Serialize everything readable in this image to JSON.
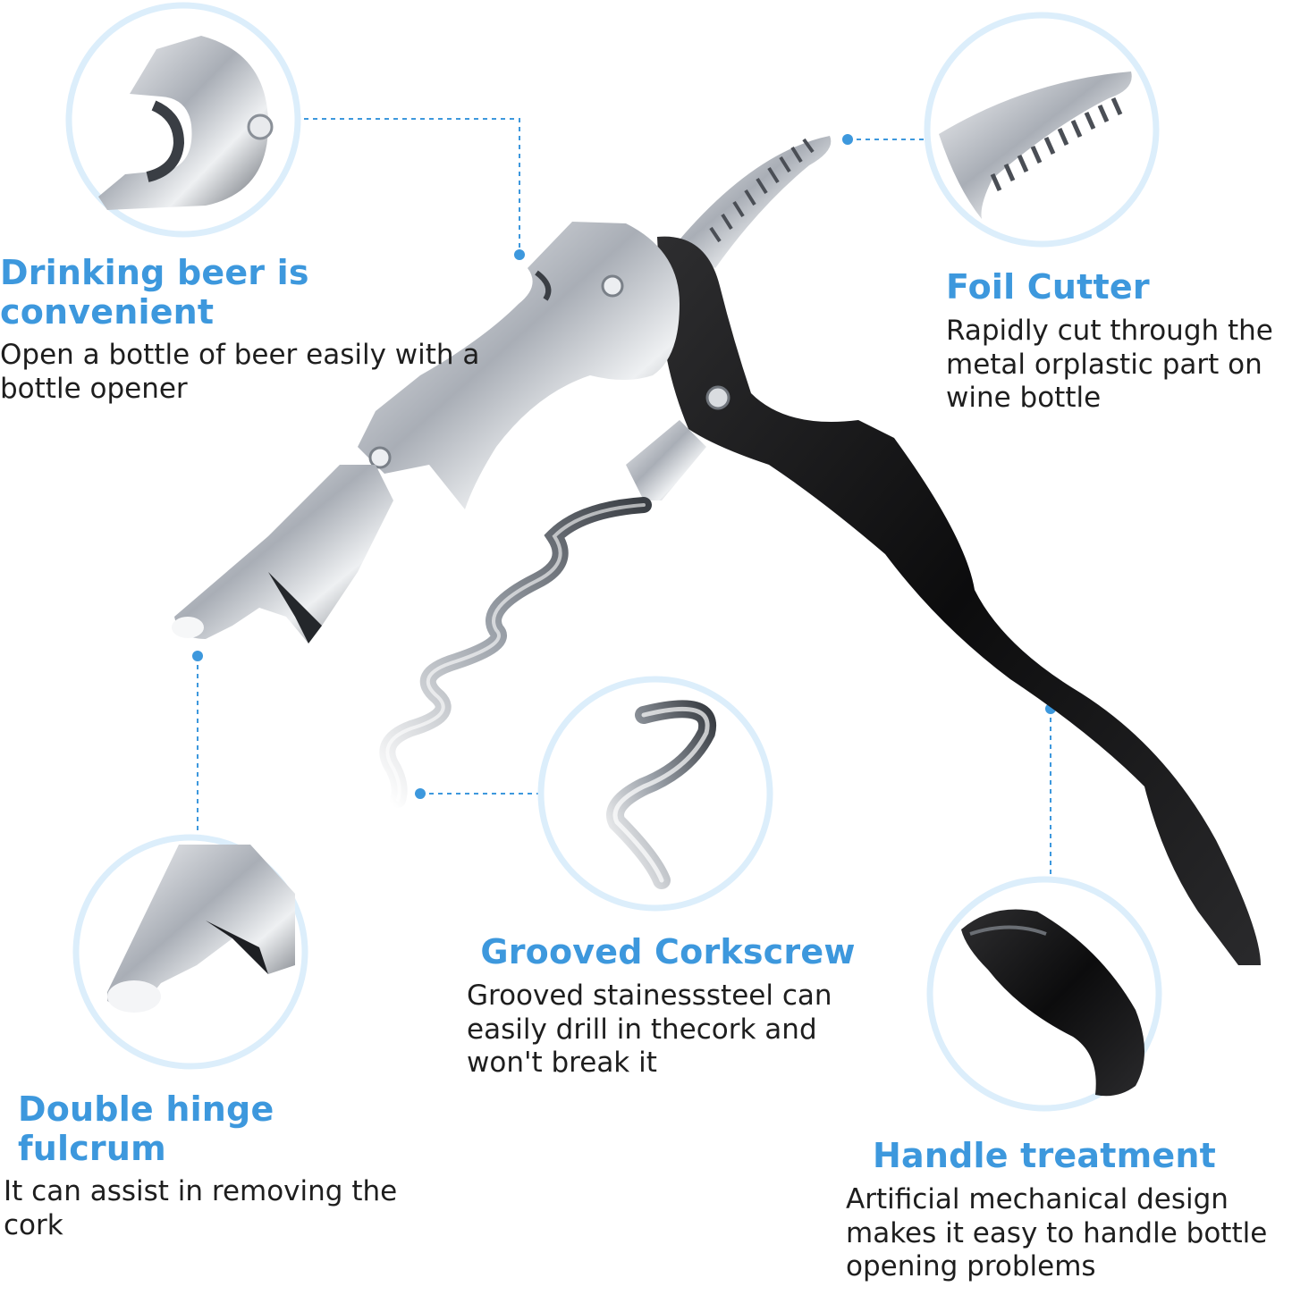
{
  "features": {
    "beer_opener": {
      "title": "Drinking beer is convenient",
      "description": "Open a bottle of beer easily with a bottle opener"
    },
    "foil_cutter": {
      "title": "Foil Cutter",
      "description": "Rapidly cut through the metal orplastic part on wine bottle"
    },
    "corkscrew": {
      "title": "Grooved Corkscrew",
      "description": "Grooved stainesssteel can easily drill in thecork and won't break it"
    },
    "hinge": {
      "title": "Double hinge fulcrum",
      "description": "It can assist in removing the cork"
    },
    "handle": {
      "title": "Handle treatment",
      "description": "Artificial mechanical design makes it easy to handle bottle opening problems"
    }
  },
  "colors": {
    "accent_blue": "#3d98dd",
    "circle_ring": "#dceefb",
    "handle_black": "#141414",
    "steel": "#c8ccd2",
    "text": "#1e1e1e"
  }
}
